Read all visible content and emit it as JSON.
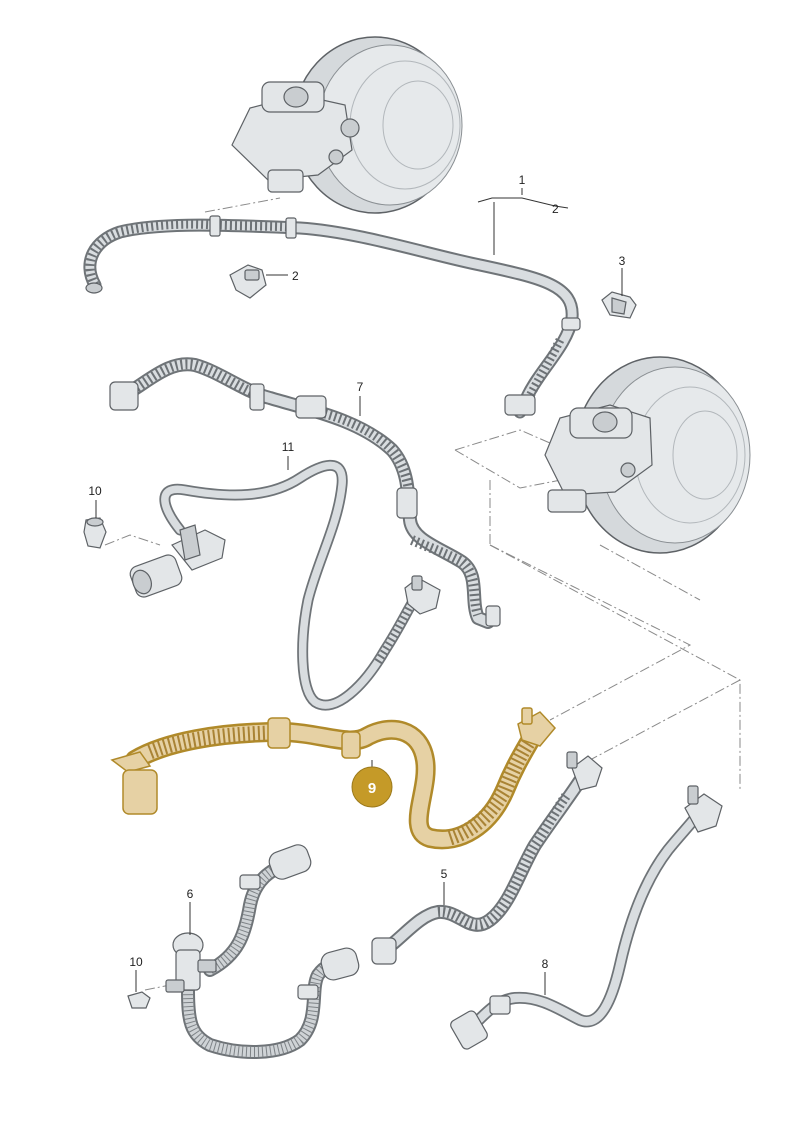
{
  "callouts": {
    "c1": "1",
    "c2_top": "2",
    "c2_clip": "2",
    "c3": "3",
    "c5": "5",
    "c6": "6",
    "c7": "7",
    "c8": "8",
    "c9": "9",
    "c10_upper": "10",
    "c10_lower": "10",
    "c11": "11"
  },
  "colors": {
    "highlight_fill": "#e6d1a4",
    "highlight_outline": "#b08a2a",
    "badge": "#c59a28",
    "hose_fill": "#d9dde0",
    "hose_outline": "#6f7478"
  }
}
